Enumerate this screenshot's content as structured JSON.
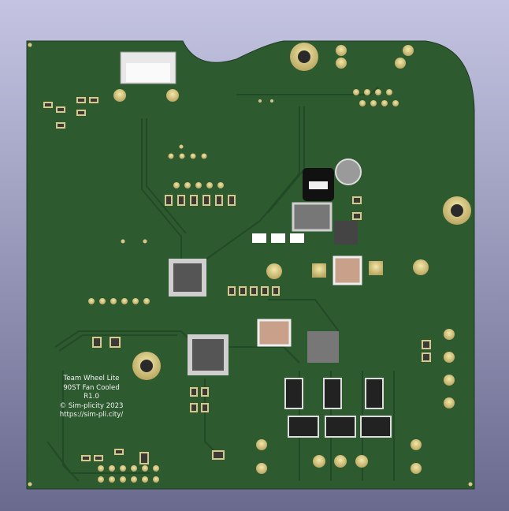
{
  "board": {
    "silkscreen": {
      "line1": "Team Wheel Lite",
      "line2": "90ST Fan Cooled",
      "line3": "R1.0",
      "line4": "© Sim-plicity 2023",
      "line5": "https://sim-pli.city/"
    },
    "colors": {
      "soldermask": "#2e5a30",
      "copper_pad": "#d8c98a",
      "trace": "#25502a",
      "background_top": "#c4c4e2",
      "background_bottom": "#6a6a8f"
    }
  }
}
